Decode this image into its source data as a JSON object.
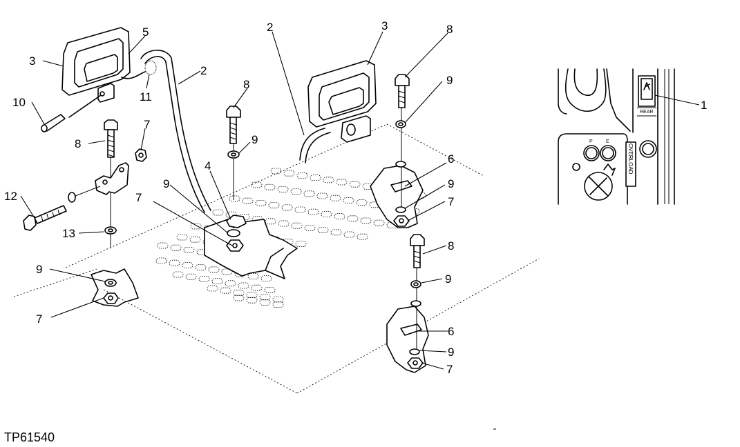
{
  "figure": {
    "code": "TP61540"
  },
  "callouts": {
    "c1": "1",
    "c2a": "2",
    "c2b": "2",
    "c3a": "3",
    "c3b": "3",
    "c4": "4",
    "c5": "5",
    "c6a": "6",
    "c6b": "6",
    "c7a": "7",
    "c7b": "7",
    "c7c": "7",
    "c7d": "7",
    "c7e": "7",
    "c8a": "8",
    "c8b": "8",
    "c8c": "8",
    "c8d": "8",
    "c9a": "9",
    "c9b": "9",
    "c9c": "9",
    "c9d": "9",
    "c9e": "9",
    "c9f": "9",
    "c9g": "9",
    "c10": "10",
    "c11": "11",
    "c12": "12",
    "c13": "13"
  },
  "inset": {
    "switch_label": "REAR",
    "knob_left_label": "P",
    "knob_right_label": "E",
    "vertical_label": "OVERLOAD"
  }
}
